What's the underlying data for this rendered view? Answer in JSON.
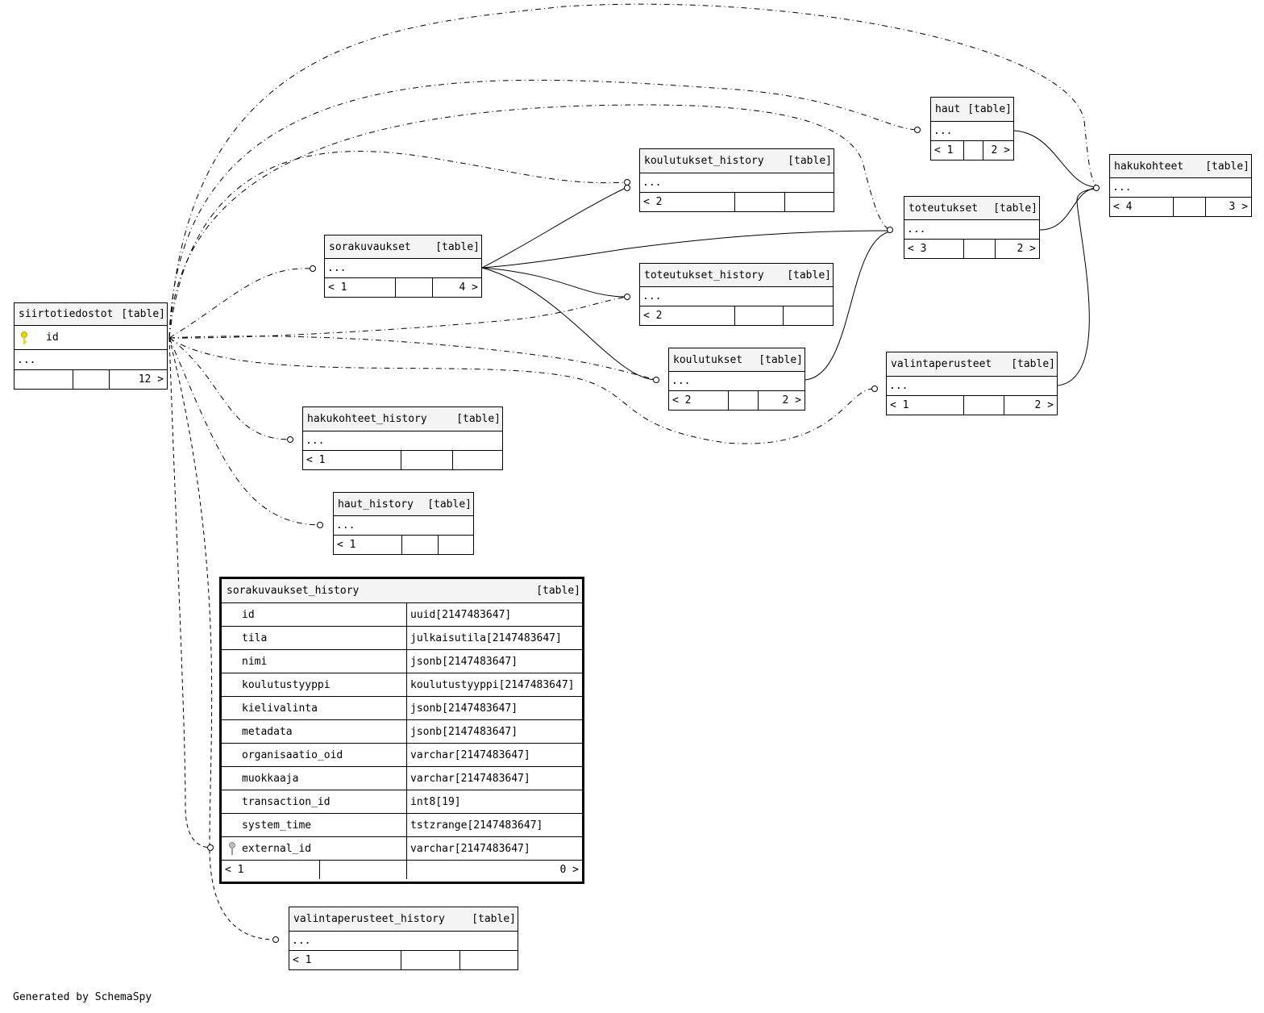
{
  "tables": {
    "siirtotiedostot": {
      "name": "siirtotiedostot",
      "tag": "[table]",
      "column": "id",
      "dots": "...",
      "foot_right": "12 >"
    },
    "sorakuvaukset": {
      "name": "sorakuvaukset",
      "tag": "[table]",
      "dots": "...",
      "foot_left": "< 1",
      "foot_right": "4 >"
    },
    "hakukohteet_history": {
      "name": "hakukohteet_history",
      "tag": "[table]",
      "dots": "...",
      "foot_left": "< 1"
    },
    "haut_history": {
      "name": "haut_history",
      "tag": "[table]",
      "dots": "...",
      "foot_left": "< 1"
    },
    "koulutukset_history": {
      "name": "koulutukset_history",
      "tag": "[table]",
      "dots": "...",
      "foot_left": "< 2"
    },
    "toteutukset_history": {
      "name": "toteutukset_history",
      "tag": "[table]",
      "dots": "...",
      "foot_left": "< 2"
    },
    "koulutukset": {
      "name": "koulutukset",
      "tag": "[table]",
      "dots": "...",
      "foot_left": "< 2",
      "foot_right": "2 >"
    },
    "haut": {
      "name": "haut",
      "tag": "[table]",
      "dots": "...",
      "foot_left": "< 1",
      "foot_right": "2 >"
    },
    "toteutukset": {
      "name": "toteutukset",
      "tag": "[table]",
      "dots": "...",
      "foot_left": "< 3",
      "foot_right": "2 >"
    },
    "valintaperusteet": {
      "name": "valintaperusteet",
      "tag": "[table]",
      "dots": "...",
      "foot_left": "< 1",
      "foot_right": "2 >"
    },
    "hakukohteet": {
      "name": "hakukohteet",
      "tag": "[table]",
      "dots": "...",
      "foot_left": "< 4",
      "foot_right": "3 >"
    },
    "valintaperusteet_history": {
      "name": "valintaperusteet_history",
      "tag": "[table]",
      "dots": "...",
      "foot_left": "< 1"
    }
  },
  "focus_table": {
    "name": "sorakuvaukset_history",
    "tag": "[table]",
    "columns": [
      {
        "name": "id",
        "type": "uuid[2147483647]"
      },
      {
        "name": "tila",
        "type": "julkaisutila[2147483647]"
      },
      {
        "name": "nimi",
        "type": "jsonb[2147483647]"
      },
      {
        "name": "koulutustyyppi",
        "type": "koulutustyyppi[2147483647]"
      },
      {
        "name": "kielivalinta",
        "type": "jsonb[2147483647]"
      },
      {
        "name": "metadata",
        "type": "jsonb[2147483647]"
      },
      {
        "name": "organisaatio_oid",
        "type": "varchar[2147483647]"
      },
      {
        "name": "muokkaaja",
        "type": "varchar[2147483647]"
      },
      {
        "name": "transaction_id",
        "type": "int8[19]"
      },
      {
        "name": "system_time",
        "type": "tstzrange[2147483647]"
      },
      {
        "name": "external_id",
        "type": "varchar[2147483647]",
        "foreign_key": true
      }
    ],
    "foot_left": "< 1",
    "foot_right": "0 >"
  },
  "footer": {
    "generated": "Generated by SchemaSpy"
  },
  "colors": {
    "primary_key": "#e6d800",
    "foreign_key": "#9a9a9a",
    "header_bg": "#f4f4f4"
  }
}
